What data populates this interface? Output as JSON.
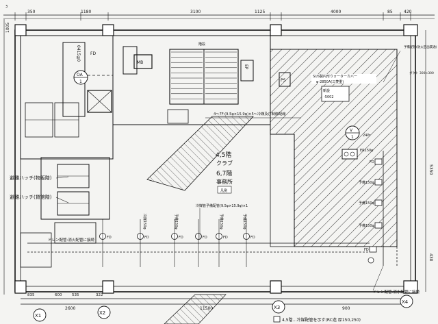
{
  "grid_axes": [
    "X1",
    "X2",
    "X3",
    "X4"
  ],
  "top_dims": [
    "350",
    "1180",
    "3100",
    "1125",
    "4000",
    "85",
    "420"
  ],
  "bottom_dims": [
    "835",
    "600",
    "535",
    "322",
    "2600",
    "11500",
    "900"
  ],
  "right_dims": [
    "5350",
    "430"
  ],
  "left_dims": [
    "1005"
  ],
  "rooms": {
    "floor_45": "4,5階",
    "use_45": "クラブ",
    "floor_67": "6,7階",
    "use_67": "事務所",
    "legend_box": "凡例"
  },
  "labels": {
    "hatch_tenant": "避難ハッチ(物販階)",
    "hatch_office": "避難ハッチ(貸館階)",
    "tank": "SUS製円形ウォーターカバー",
    "tank_spec": "φ-2850A(三菱重)",
    "tank_note": "新設",
    "tank_qty": "-5002",
    "riser_note": "4～7F:(9.5φ×15.9φ)×5～冷媒及び制御配線",
    "pipe_note": "冷媒管予備配管(9.5φ×15.9φ)×1",
    "drain_left": "ドレン配管:消火配管に接続",
    "drain_right": "ドレン配管:消水配管に接続",
    "duct": "ダクト 300×300",
    "fd": "FD",
    "pipe_top": "予備配管(防火区画貫通)",
    "ahu_v": "V",
    "ahu_v_num": "1",
    "ahu_oa": "OA",
    "ahu_oa_num": "1",
    "ahu_spec": "24Pr",
    "ps": "PS",
    "mb": "MB",
    "ep": "EP",
    "stair_label": "階段",
    "dims_pipe": "予150φ",
    "pipe_a": "ER150φ",
    "pipe_b": "予備150φ",
    "pipe_c": "予備150φ",
    "pipe_d": "予備150φ",
    "caption": "4,5階…冷媒配管を示す(RC造 厚150,250)",
    "elev_note": "防火区画"
  },
  "vertical_labels": [
    "冷媒150φ",
    "予備150φ",
    "予備150φ",
    "予備150φ",
    "予備150φ"
  ]
}
